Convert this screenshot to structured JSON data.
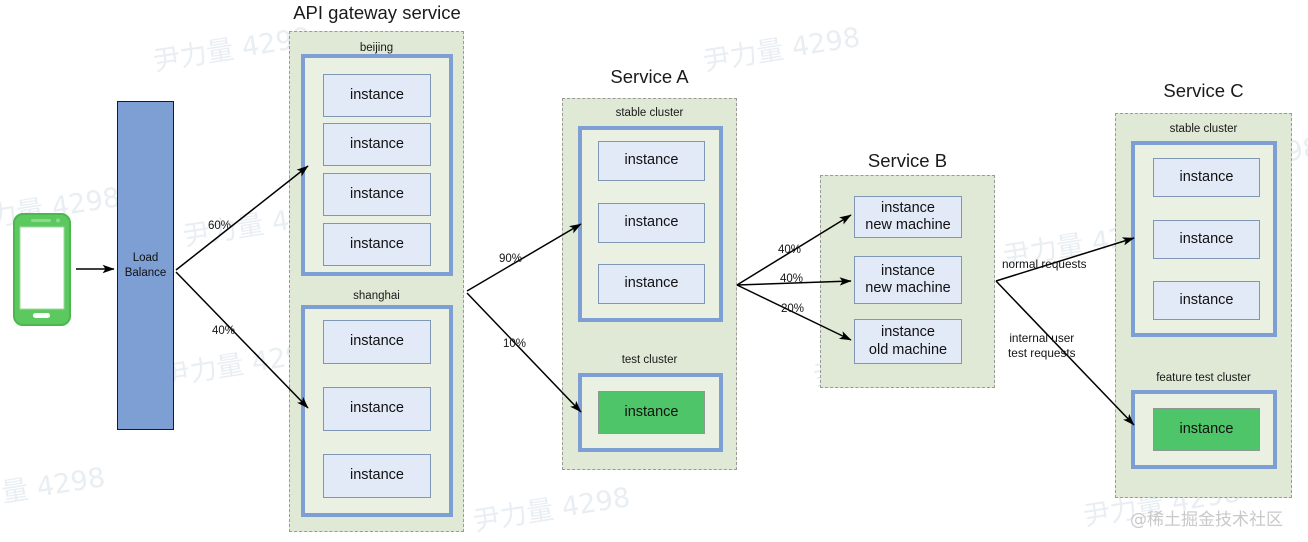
{
  "watermarks": {
    "tiled_text": "尹力量 4298",
    "corner_text": "@稀土掘金技术社区"
  },
  "client": {
    "icon": "smartphone-icon",
    "color": "#5cc95f"
  },
  "load_balancer": {
    "line1": "Load",
    "line2": "Balance"
  },
  "edges": {
    "lb_to_beijing": "60%",
    "lb_to_shanghai": "40%",
    "gw_to_stable_a": "90%",
    "gw_to_test_a": "10%",
    "a_to_b_1": "40%",
    "a_to_b_2": "40%",
    "a_to_b_3": "20%",
    "b_to_c_normal": "normal requests",
    "b_to_c_internal_l1": "internal user",
    "b_to_c_internal_l2": "test requests"
  },
  "services": [
    {
      "id": "api-gateway-service",
      "title": "API gateway service",
      "clusters": [
        {
          "id": "beijing",
          "label": "beijing",
          "instances": [
            {
              "line1": "instance"
            },
            {
              "line1": "instance"
            },
            {
              "line1": "instance"
            },
            {
              "line1": "instance"
            }
          ]
        },
        {
          "id": "shanghai",
          "label": "shanghai",
          "instances": [
            {
              "line1": "instance"
            },
            {
              "line1": "instance"
            },
            {
              "line1": "instance"
            }
          ]
        }
      ]
    },
    {
      "id": "service-a",
      "title": "Service A",
      "clusters": [
        {
          "id": "a-stable",
          "label": "stable cluster",
          "instances": [
            {
              "line1": "instance"
            },
            {
              "line1": "instance"
            },
            {
              "line1": "instance"
            }
          ]
        },
        {
          "id": "a-test",
          "label": "test cluster",
          "instances": [
            {
              "line1": "instance",
              "highlight": true
            }
          ]
        }
      ]
    },
    {
      "id": "service-b",
      "title": "Service B",
      "clusters": [
        {
          "id": "b-plain",
          "label": "",
          "instances": [
            {
              "line1": "instance",
              "line2": "new machine"
            },
            {
              "line1": "instance",
              "line2": "new machine"
            },
            {
              "line1": "instance",
              "line2": "old machine"
            }
          ]
        }
      ]
    },
    {
      "id": "service-c",
      "title": "Service C",
      "clusters": [
        {
          "id": "c-stable",
          "label": "stable cluster",
          "instances": [
            {
              "line1": "instance"
            },
            {
              "line1": "instance"
            },
            {
              "line1": "instance"
            }
          ]
        },
        {
          "id": "c-feature-test",
          "label": "feature test cluster",
          "instances": [
            {
              "line1": "instance",
              "highlight": true
            }
          ]
        }
      ]
    }
  ],
  "colors": {
    "service_bg": "#dfe9d5",
    "cluster_border": "#7d9fd4",
    "instance_bg": "#e2eaf8",
    "instance_border": "#8096b5",
    "highlight_bg": "#4fc56a",
    "lb_bg": "#7d9fd4",
    "arrow": "#000000"
  }
}
